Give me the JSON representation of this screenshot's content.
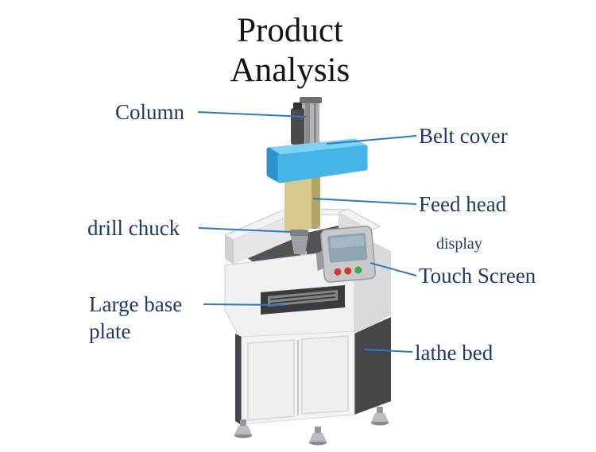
{
  "title": {
    "line1": "Product",
    "line2": "Analysis"
  },
  "labels": {
    "column": "Column",
    "belt_cover": "Belt cover",
    "feed_head": "Feed head",
    "drill_chuck": "drill chuck",
    "display": "display",
    "touch_screen": "Touch Screen",
    "large_base_line1": "Large base",
    "large_base_line2": "plate",
    "lathe_bed": "lathe bed"
  },
  "colors": {
    "title_text": "#141414",
    "label_text": "#1f3a66",
    "leader_line": "#2e79c0",
    "belt_cover_blue": "#45b5e8",
    "belt_cover_light": "#7fd0f2",
    "belt_cover_dark": "#2a95cc",
    "feed_head_tan": "#d8c88c",
    "feed_head_dark": "#b5a468",
    "cabinet_dark": "#46464a",
    "button_red": "#d03a2e",
    "button_green": "#3fa946"
  }
}
